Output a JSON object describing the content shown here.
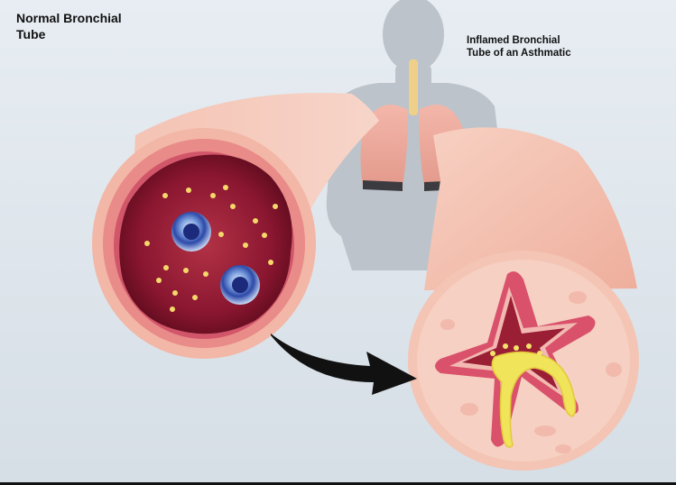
{
  "labels": {
    "normal": [
      "Normal Bronchial",
      "Tube"
    ],
    "inflamed": [
      "Inflamed Bronchial",
      "Tube of an Asthmatic"
    ]
  },
  "colors": {
    "background": "#dfe6ec",
    "silhouette": "#bcc3ca",
    "tube_wall": "#f2b8a8",
    "lumen_dark": "#7a1024",
    "mucus": "#f3e36a",
    "cell": "#2a3f9a",
    "arrow": "#111111"
  }
}
